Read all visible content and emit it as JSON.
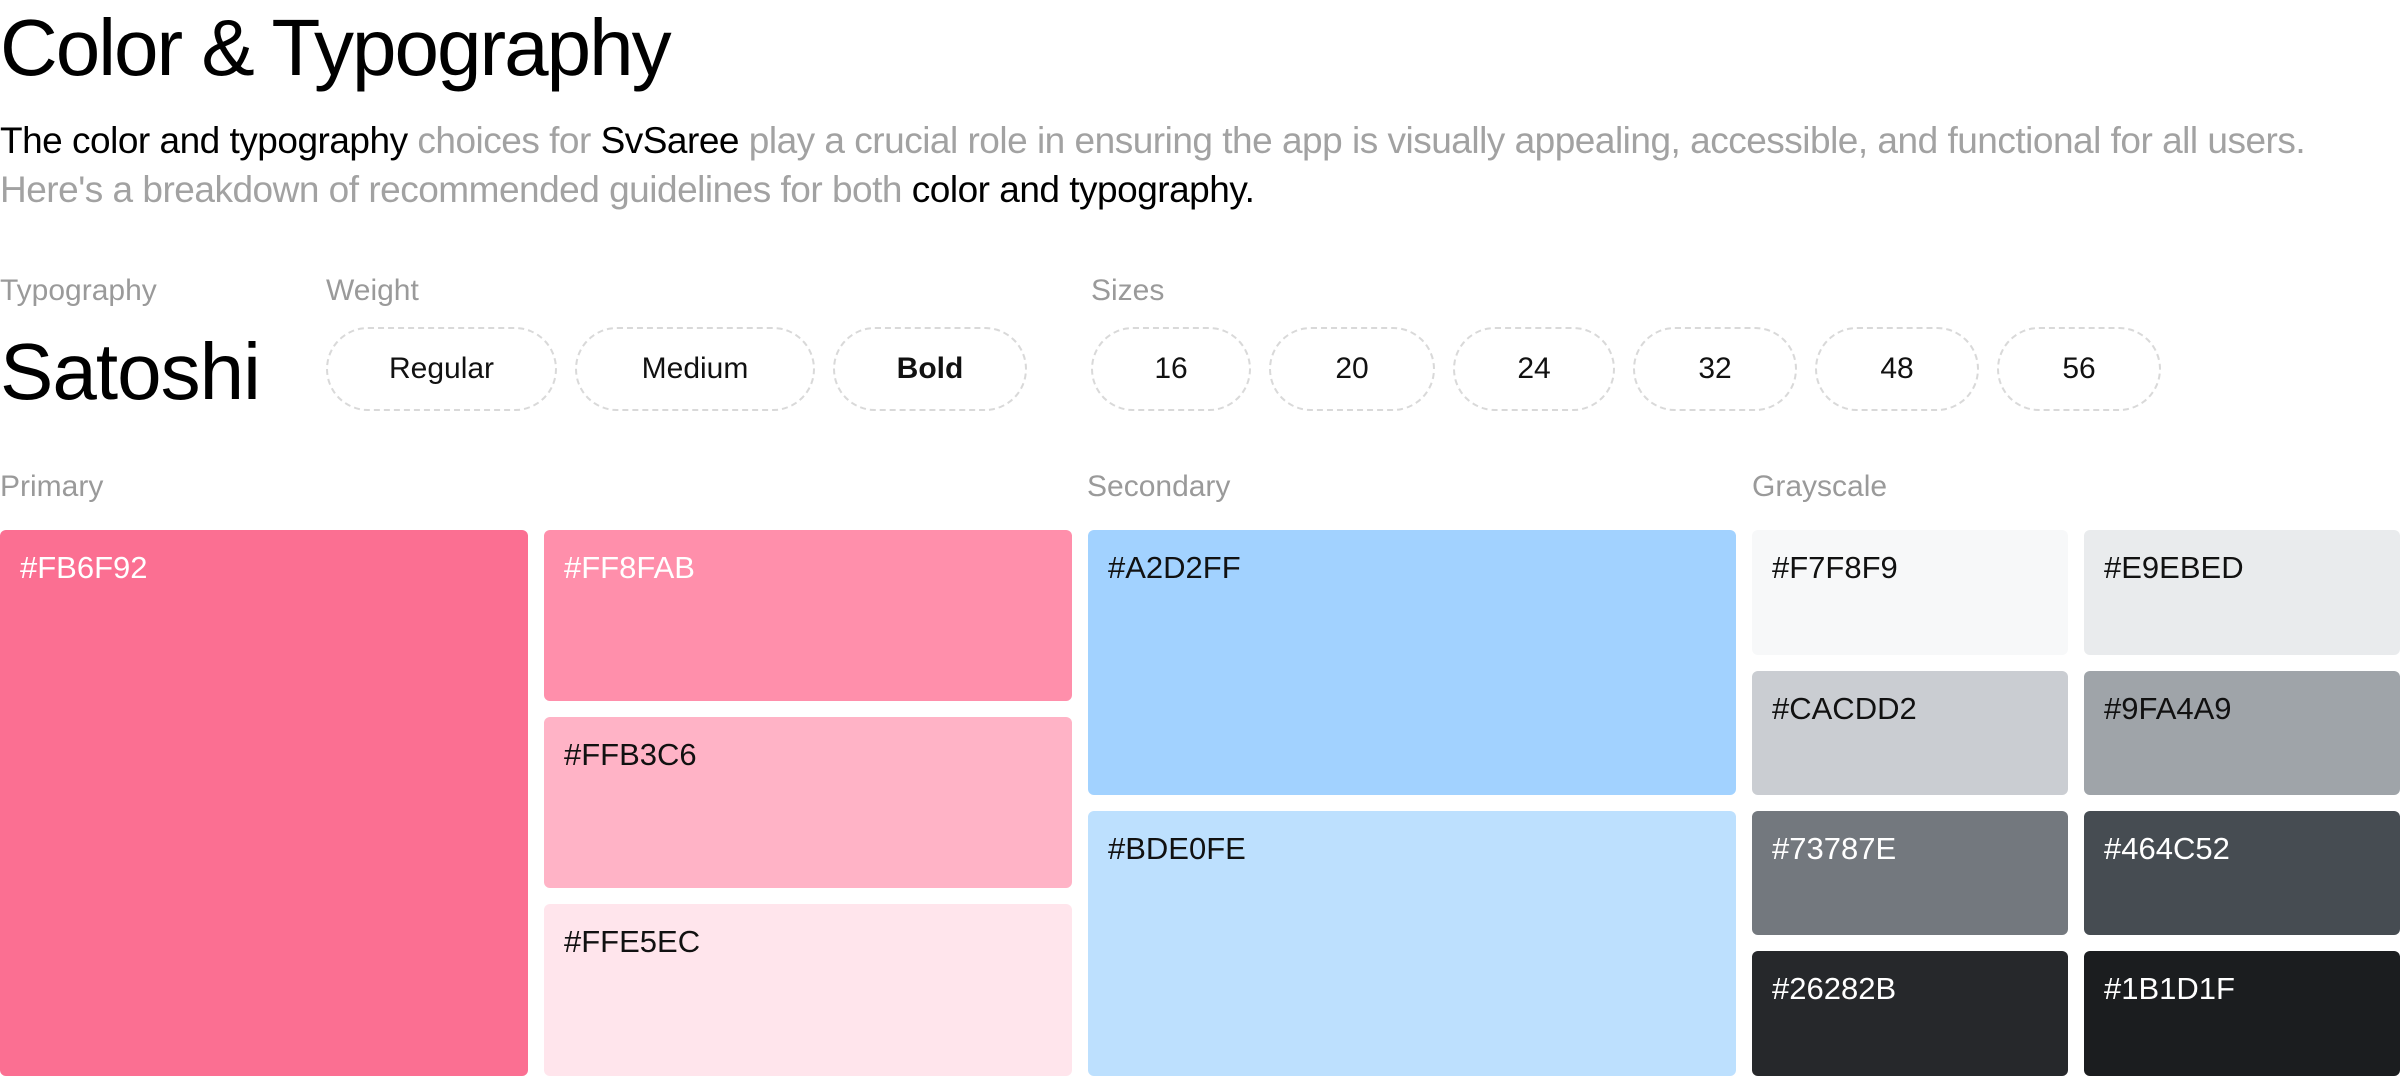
{
  "page": {
    "title": "Color & Typography",
    "intro": {
      "s1": "The color and typography",
      "s2": " choices for ",
      "s3": "SvSaree",
      "s4": " play a crucial role in ensuring the app is visually appealing, accessible, and functional for all users. Here's a breakdown of recommended guidelines for both ",
      "s5": "color and typography."
    }
  },
  "typography": {
    "label": "Typography",
    "font_name": "Satoshi",
    "weight_label": "Weight",
    "weights": [
      "Regular",
      "Medium",
      "Bold"
    ],
    "sizes_label": "Sizes",
    "sizes": [
      "16",
      "20",
      "24",
      "32",
      "48",
      "56"
    ]
  },
  "colors": {
    "primary": {
      "label": "Primary",
      "swatches": [
        {
          "hex": "#FB6F92",
          "color": "#FB6F92"
        },
        {
          "hex": "#FF8FAB",
          "color": "#FF8FAB"
        },
        {
          "hex": "#FFB3C6",
          "color": "#FFB3C6"
        },
        {
          "hex": "#FFE5EC",
          "color": "#FFE5EC"
        }
      ]
    },
    "secondary": {
      "label": "Secondary",
      "swatches": [
        {
          "hex": "#A2D2FF",
          "color": "#A2D2FF"
        },
        {
          "hex": "#BDE0FE",
          "color": "#BDE0FE"
        }
      ]
    },
    "grayscale": {
      "label": "Grayscale",
      "swatches": [
        {
          "hex": "#F7F8F9",
          "color": "#F7F8F9"
        },
        {
          "hex": "#E9EBED",
          "color": "#E9EBED"
        },
        {
          "hex": "#CACDD2",
          "color": "#CACDD2"
        },
        {
          "hex": "#9FA4A9",
          "color": "#9FA4A9"
        },
        {
          "hex": "#73787E",
          "color": "#73787E"
        },
        {
          "hex": "#464C52",
          "color": "#464C52"
        },
        {
          "hex": "#26282B",
          "color": "#26282B"
        },
        {
          "hex": "#1B1D1F",
          "color": "#1B1D1F"
        }
      ]
    }
  }
}
